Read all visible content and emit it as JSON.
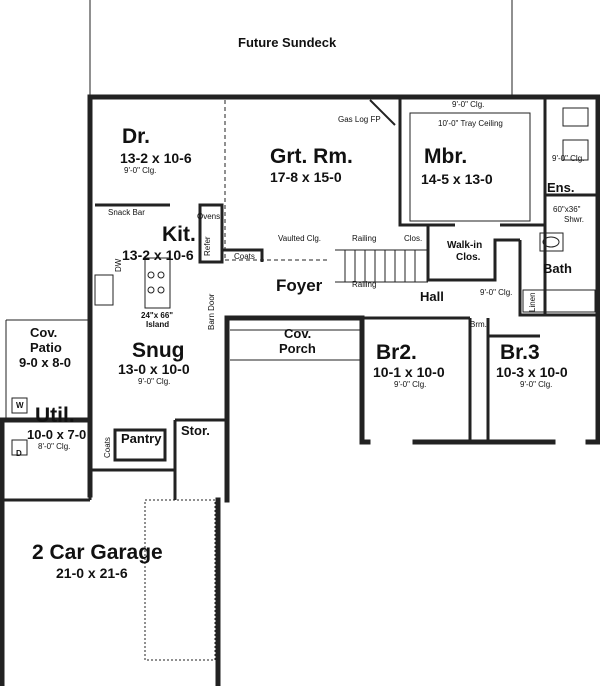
{
  "labels": {
    "sundeck": "Future Sundeck",
    "gas_log": "Gas Log FP",
    "mbr_clg": "9'-0\" Clg.",
    "tray": "10'-0\" Tray Ceiling",
    "dr_name": "Dr.",
    "dr_dim": "13-2 x 10-6",
    "dr_clg": "9'-0\" Clg.",
    "grt_name": "Grt. Rm.",
    "grt_dim": "17-8 x 15-0",
    "mbr_name": "Mbr.",
    "mbr_dim": "14-5 x 13-0",
    "ens_clg": "9'-0\" Clg.",
    "ens_name": "Ens.",
    "shower": "60\"x36\"",
    "shower2": "Shwr.",
    "snack": "Snack Bar",
    "ovens": "Ovens",
    "kit_name": "Kit.",
    "kit_dim": "13-2 x 10-6",
    "refer": "Refer",
    "coats1": "Coats",
    "vaulted": "Vaulted Clg.",
    "railing1": "Railing",
    "railing2": "Railing",
    "clos": "Clos.",
    "walkin1": "Walk-in",
    "walkin2": "Clos.",
    "bath": "Bath",
    "dw": "DW",
    "foyer": "Foyer",
    "hall": "Hall",
    "hall_clg": "9'-0\" Clg.",
    "linen": "Linen",
    "island1": "24\"x 66\"",
    "island2": "Island",
    "barn": "Barn Door",
    "patio1": "Cov.",
    "patio2": "Patio",
    "patio_dim": "9-0 x 8-0",
    "porch1": "Cov.",
    "porch2": "Porch",
    "brm": "Brm.",
    "snug_name": "Snug",
    "snug_dim": "13-0 x 10-0",
    "snug_clg": "9'-0\" Clg.",
    "br2_name": "Br2.",
    "br2_dim": "10-1 x 10-0",
    "br2_clg": "9'-0\" Clg.",
    "br3_name": "Br.3",
    "br3_dim": "10-3 x 10-0",
    "br3_clg": "9'-0\" Clg.",
    "w": "W",
    "d": "D",
    "util_name": "Util.",
    "util_dim": "10-0 x 7-0",
    "util_clg": "8'-0\" Clg.",
    "coats2": "Coats",
    "pantry": "Pantry",
    "stor": "Stor.",
    "garage_name": "2 Car Garage",
    "garage_dim": "21-0 x 21-6"
  }
}
